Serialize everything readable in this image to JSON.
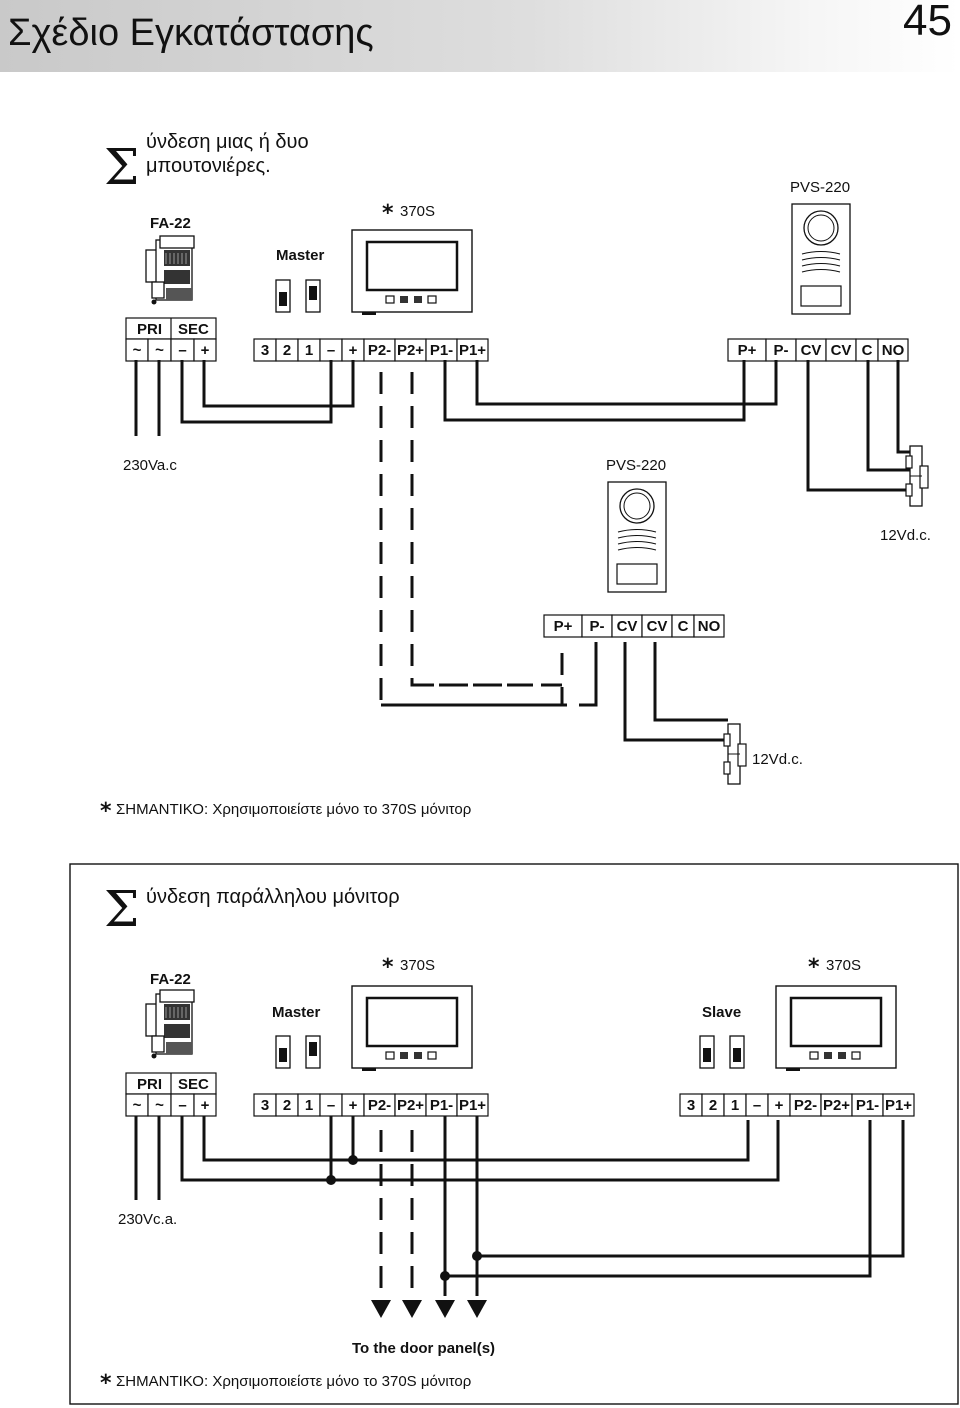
{
  "page": {
    "title": "Σχέδιο Εγκατάστασης",
    "number": "45"
  },
  "section1": {
    "heading_sigma": "Σ",
    "heading_line1": "ύνδεση μιας ή δυο",
    "heading_line2": "μπουτονιέρες.",
    "psu": {
      "name": "FA-22",
      "pri": "PRI",
      "sec": "SEC",
      "terminals": [
        "~",
        "~",
        "–",
        "+"
      ],
      "mains": "230Va.c"
    },
    "monitor": {
      "star": "*",
      "model": "370S",
      "role": "Master",
      "terminals": [
        "3",
        "2",
        "1",
        "–",
        "+",
        "P2-",
        "P2+",
        "P1-",
        "P1+"
      ]
    },
    "door_panel_1": {
      "model": "PVS-220",
      "terminals": [
        "P+",
        "P-",
        "CV",
        "CV",
        "C",
        "NO"
      ],
      "lock_supply": "12Vd.c."
    },
    "door_panel_2": {
      "model": "PVS-220",
      "terminals": [
        "P+",
        "P-",
        "CV",
        "CV",
        "C",
        "NO"
      ],
      "lock_supply": "12Vd.c."
    },
    "note_star": "*",
    "note": "ΣΗΜΑΝΤΙΚΟ: Χρησιμοποιείστε μόνο το 370S  μόνιτορ"
  },
  "section2": {
    "heading_sigma": "Σ",
    "heading": "ύνδεση παράλληλου μόνιτορ",
    "psu": {
      "name": "FA-22",
      "pri": "PRI",
      "sec": "SEC",
      "terminals": [
        "~",
        "~",
        "–",
        "+"
      ],
      "mains": "230Vc.a."
    },
    "master": {
      "star": "*",
      "model": "370S",
      "role": "Master",
      "terminals": [
        "3",
        "2",
        "1",
        "–",
        "+",
        "P2-",
        "P2+",
        "P1-",
        "P1+"
      ]
    },
    "slave": {
      "star": "*",
      "model": "370S",
      "role": "Slave",
      "terminals": [
        "3",
        "2",
        "1",
        "–",
        "+",
        "P2-",
        "P2+",
        "P1-",
        "P1+"
      ]
    },
    "door_label": "To the door panel(s)",
    "note_star": "*",
    "note": "ΣΗΜΑΝΤΙΚΟ: Χρησιμοποιείστε μόνο το 370S  μόνιτορ"
  }
}
